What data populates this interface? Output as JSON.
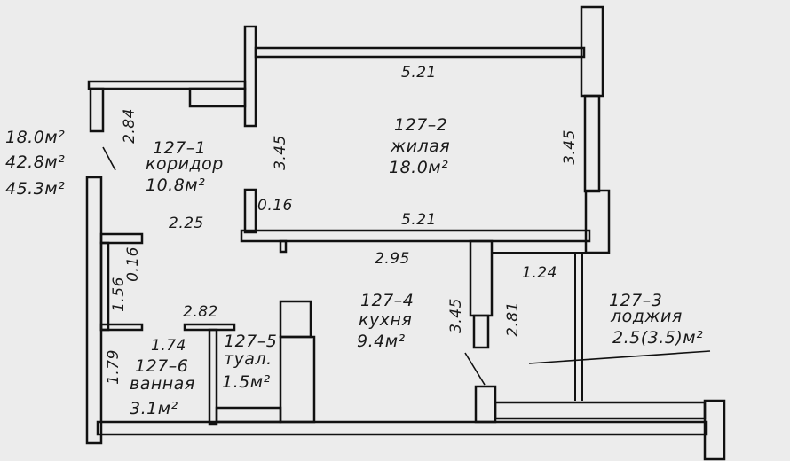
{
  "summary": [
    "18.0м²",
    "42.8м²",
    "45.3м²"
  ],
  "rooms": {
    "corridor": {
      "num": "127–1",
      "name": "коридор",
      "area": "10.8м²"
    },
    "living": {
      "num": "127–2",
      "name": "жилая",
      "area": "18.0м²"
    },
    "loggia": {
      "num": "127–3",
      "name": "лоджия",
      "area": "2.5(3.5)м²"
    },
    "kitchen": {
      "num": "127–4",
      "name": "кухня",
      "area": "9.4м²"
    },
    "toilet": {
      "num": "127–5",
      "name": "туал.",
      "area": "1.5м²"
    },
    "bath": {
      "num": "127–6",
      "name": "ванная",
      "area": "3.1м²"
    }
  },
  "dims": {
    "living_top": "5.21",
    "living_bottom": "5.21",
    "living_left": "3.45",
    "living_right": "3.45",
    "corridor_side": "2.84",
    "corridor_width": "2.25",
    "wall_thin": "0.16",
    "wall_thin_vert": "0.16",
    "kitchen_top": "2.95",
    "loggia_width": "1.24",
    "kitchen_left": "3.45",
    "kitchen_right": "2.81",
    "bath_top": "2.82",
    "bath_mid": "1.74",
    "corridor_lower": "1.56",
    "bath_side": "1.79"
  }
}
